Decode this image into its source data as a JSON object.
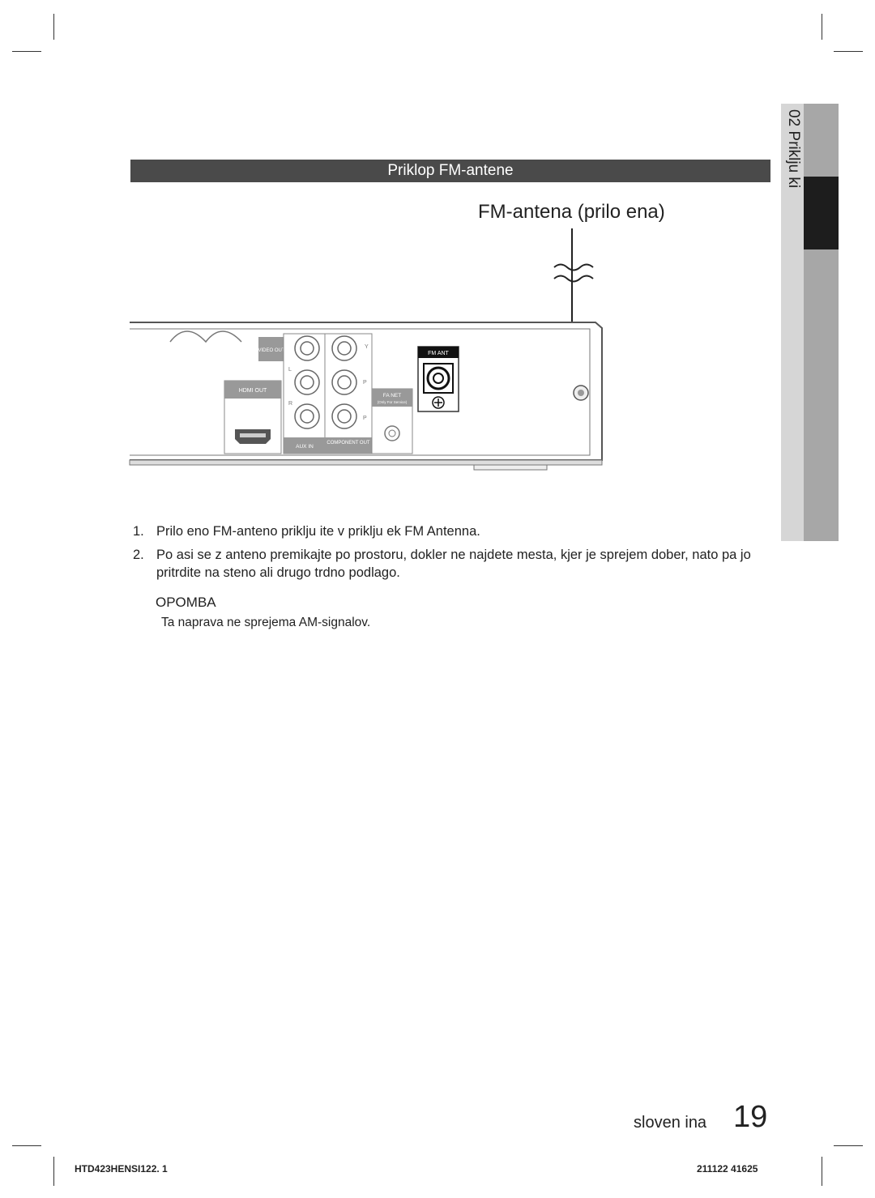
{
  "section": {
    "title": "Priklop FM-antene"
  },
  "sidebar": {
    "chapter_label": "02   Priklju ki"
  },
  "diagram": {
    "caption": "FM-antena (prilo ena)",
    "labels": {
      "video_out": "VIDEO OUT",
      "hdmi_out": "HDMI OUT",
      "aux_in": "AUX IN",
      "component_out": "COMPONENT OUT",
      "fm_ant": "FM ANT",
      "fa_net": "FA NET",
      "fa_net_sub": "(Only For Service)",
      "y": "Y",
      "pb": "P",
      "pr": "P",
      "l": "L",
      "r": "R"
    }
  },
  "steps": [
    {
      "num": "1.",
      "text": "Prilo eno FM-anteno priklju ite v priklju ek FM Antenna."
    },
    {
      "num": "2.",
      "text": "Po asi se z anteno premikajte po prostoru, dokler ne najdete mesta, kjer je sprejem dober, nato pa jo pritrdite na steno ali drugo trdno podlago."
    }
  ],
  "note": {
    "title": "OPOMBA",
    "text": "Ta naprava ne sprejema AM-signalov."
  },
  "footer": {
    "language": "sloven ina",
    "page": "19",
    "doc_code": "HTD423HENSI122.   1",
    "date_code": "211122    41625"
  }
}
